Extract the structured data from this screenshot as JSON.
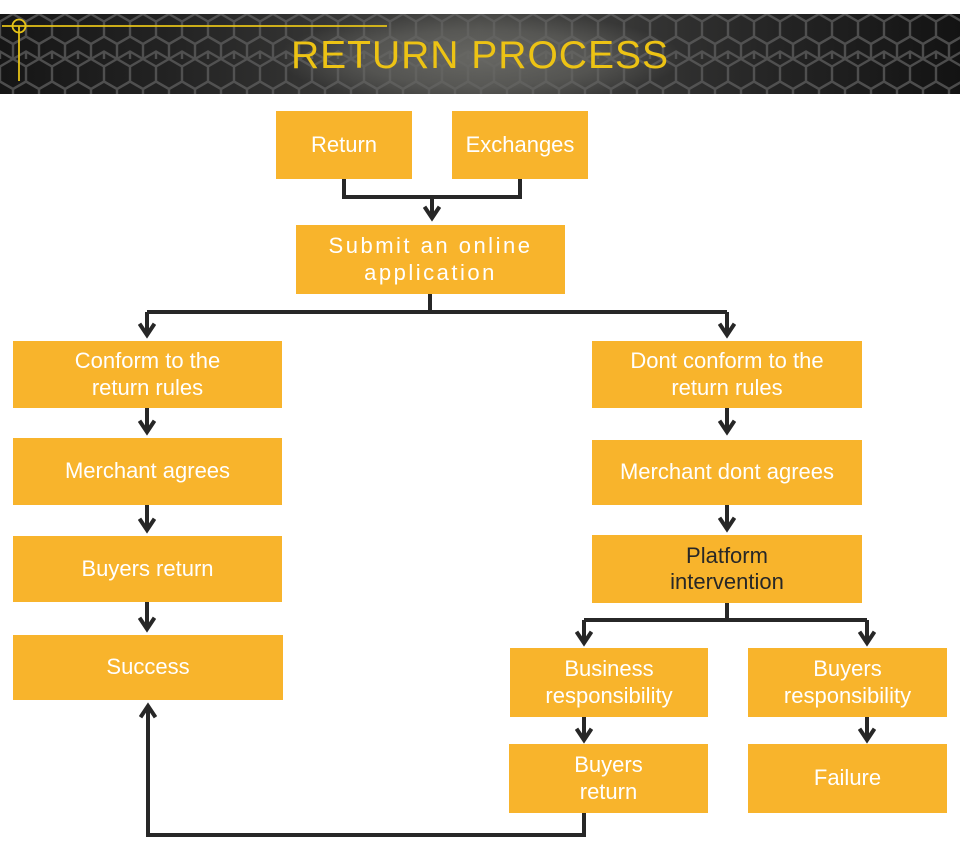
{
  "title": "RETURN PROCESS",
  "colors": {
    "box_yellow": "#F8B42C",
    "title_yellow": "#EDC314",
    "connector": "#272727",
    "box_text_light": "#FFFFFF",
    "header_panel_gray": "#5B5B58"
  },
  "nodes": [
    {
      "id": "return",
      "label": "Return"
    },
    {
      "id": "exchanges",
      "label": "Exchanges"
    },
    {
      "id": "submit-application",
      "label": "Submit an online\napplication"
    },
    {
      "id": "conform-rules",
      "label": "Conform to the\nreturn rules"
    },
    {
      "id": "dont-conform-rules",
      "label": "Dont conform to the\nreturn rules"
    },
    {
      "id": "merchant-agrees",
      "label": "Merchant agrees"
    },
    {
      "id": "merchant-dont-agrees",
      "label": "Merchant dont agrees"
    },
    {
      "id": "buyers-return-left",
      "label": "Buyers return"
    },
    {
      "id": "platform-intervention",
      "label": "Platform\nintervention"
    },
    {
      "id": "success",
      "label": "Success"
    },
    {
      "id": "business-responsibility",
      "label": "Business\nresponsibility"
    },
    {
      "id": "buyers-responsibility",
      "label": "Buyers\nresponsibility"
    },
    {
      "id": "buyers-return-bottom",
      "label": "Buyers\nreturn"
    },
    {
      "id": "failure",
      "label": "Failure"
    }
  ],
  "edges": [
    {
      "from": "return",
      "to": "submit-application"
    },
    {
      "from": "exchanges",
      "to": "submit-application"
    },
    {
      "from": "submit-application",
      "to": "conform-rules"
    },
    {
      "from": "submit-application",
      "to": "dont-conform-rules"
    },
    {
      "from": "conform-rules",
      "to": "merchant-agrees"
    },
    {
      "from": "merchant-agrees",
      "to": "buyers-return-left"
    },
    {
      "from": "buyers-return-left",
      "to": "success"
    },
    {
      "from": "dont-conform-rules",
      "to": "merchant-dont-agrees"
    },
    {
      "from": "merchant-dont-agrees",
      "to": "platform-intervention"
    },
    {
      "from": "platform-intervention",
      "to": "business-responsibility"
    },
    {
      "from": "platform-intervention",
      "to": "buyers-responsibility"
    },
    {
      "from": "business-responsibility",
      "to": "buyers-return-bottom"
    },
    {
      "from": "buyers-responsibility",
      "to": "failure"
    },
    {
      "from": "buyers-return-bottom",
      "to": "success"
    }
  ]
}
